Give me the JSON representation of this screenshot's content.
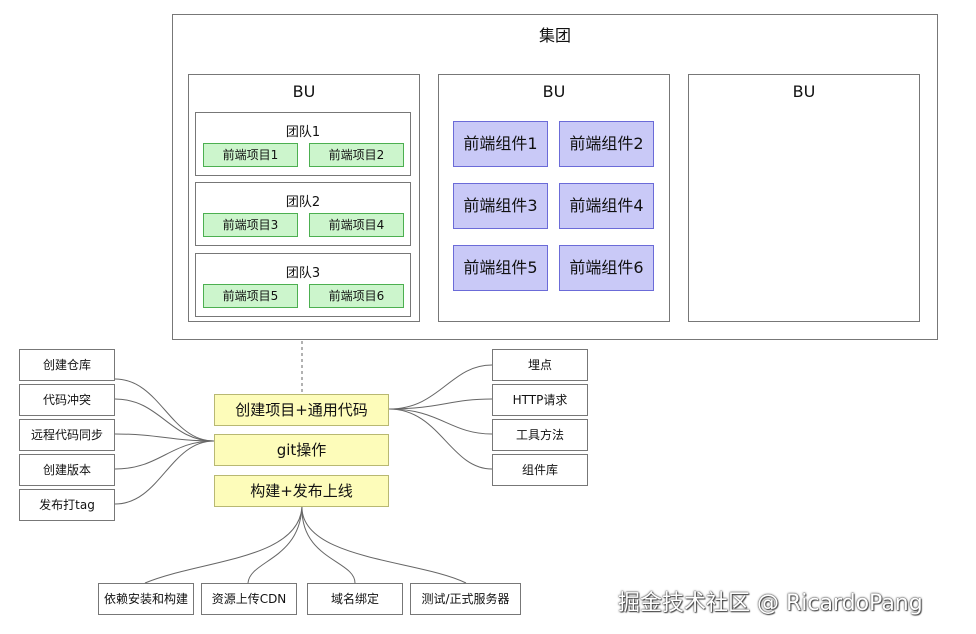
{
  "group": {
    "title": "集团"
  },
  "bu1": {
    "title": "BU",
    "teams": [
      {
        "title": "团队1",
        "projects": [
          "前端项目1",
          "前端项目2"
        ]
      },
      {
        "title": "团队2",
        "projects": [
          "前端项目3",
          "前端项目4"
        ]
      },
      {
        "title": "团队3",
        "projects": [
          "前端项目5",
          "前端项目6"
        ]
      }
    ]
  },
  "bu2": {
    "title": "BU",
    "components": [
      "前端组件1",
      "前端组件2",
      "前端组件3",
      "前端组件4",
      "前端组件5",
      "前端组件6"
    ]
  },
  "bu3": {
    "title": "BU"
  },
  "center": [
    "创建项目+通用代码",
    "git操作",
    "构建+发布上线"
  ],
  "left_items": [
    "创建仓库",
    "代码冲突",
    "远程代码同步",
    "创建版本",
    "发布打tag"
  ],
  "right_items": [
    "埋点",
    "HTTP请求",
    "工具方法",
    "组件库"
  ],
  "bottom_items": [
    "依赖安装和构建",
    "资源上传CDN",
    "域名绑定",
    "测试/正式服务器"
  ],
  "watermark": "掘金技术社区 @ RicardoPang",
  "colors": {
    "project_fill": "#ccf5cc",
    "component_fill": "#c9c9f7",
    "task_fill": "#fdfcba",
    "connector": "#666666"
  }
}
